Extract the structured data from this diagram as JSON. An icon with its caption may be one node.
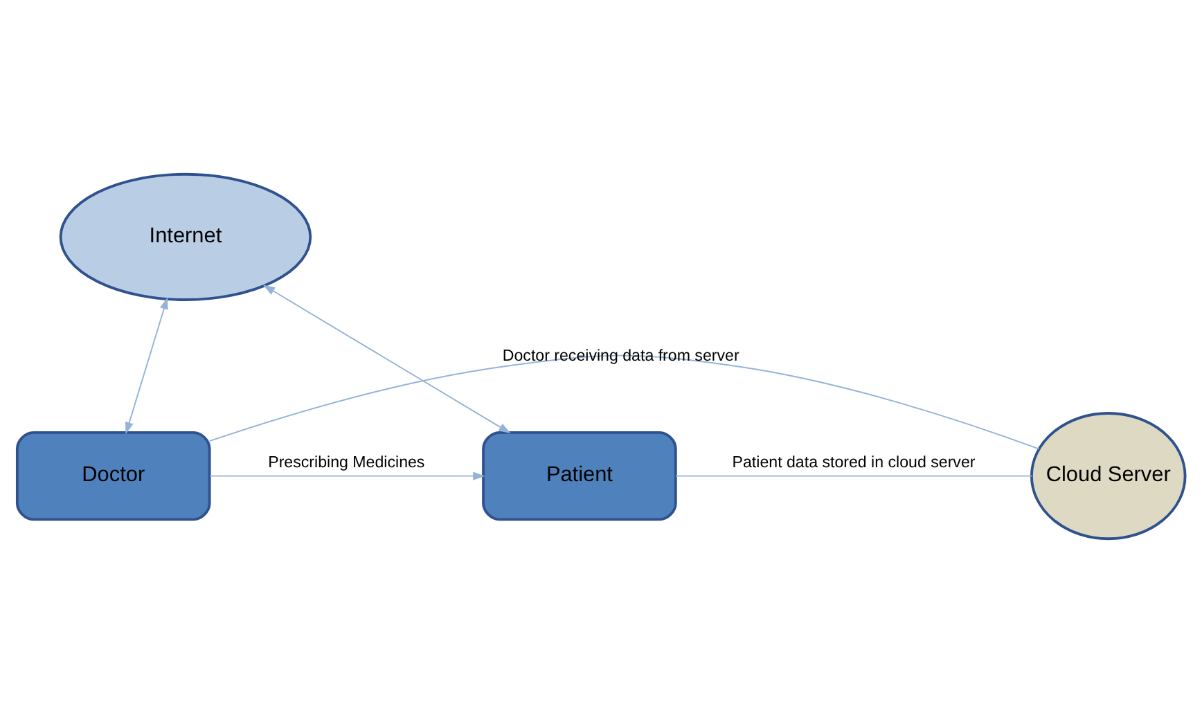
{
  "diagram": {
    "nodes": [
      {
        "text": [
          "Internet"
        ]
      },
      {
        "text": [
          "Doctor"
        ]
      },
      {
        "text": [
          "Patient"
        ]
      },
      {
        "text": [
          "Cloud Server"
        ]
      }
    ],
    "edges": [
      {
        "from": 0,
        "to": 1,
        "arrow": "both"
      },
      {
        "from": 0,
        "to": 2,
        "arrow": "both"
      },
      {
        "from": 1,
        "to": 2,
        "arrow": "to",
        "label": "Prescribing Medicines"
      },
      {
        "from": 2,
        "to": 3,
        "arrow": "none",
        "label": "Patient data stored in cloud server"
      },
      {
        "from": 3,
        "to": 1,
        "arrow": "none",
        "label": "Doctor receiving data from server"
      }
    ]
  }
}
